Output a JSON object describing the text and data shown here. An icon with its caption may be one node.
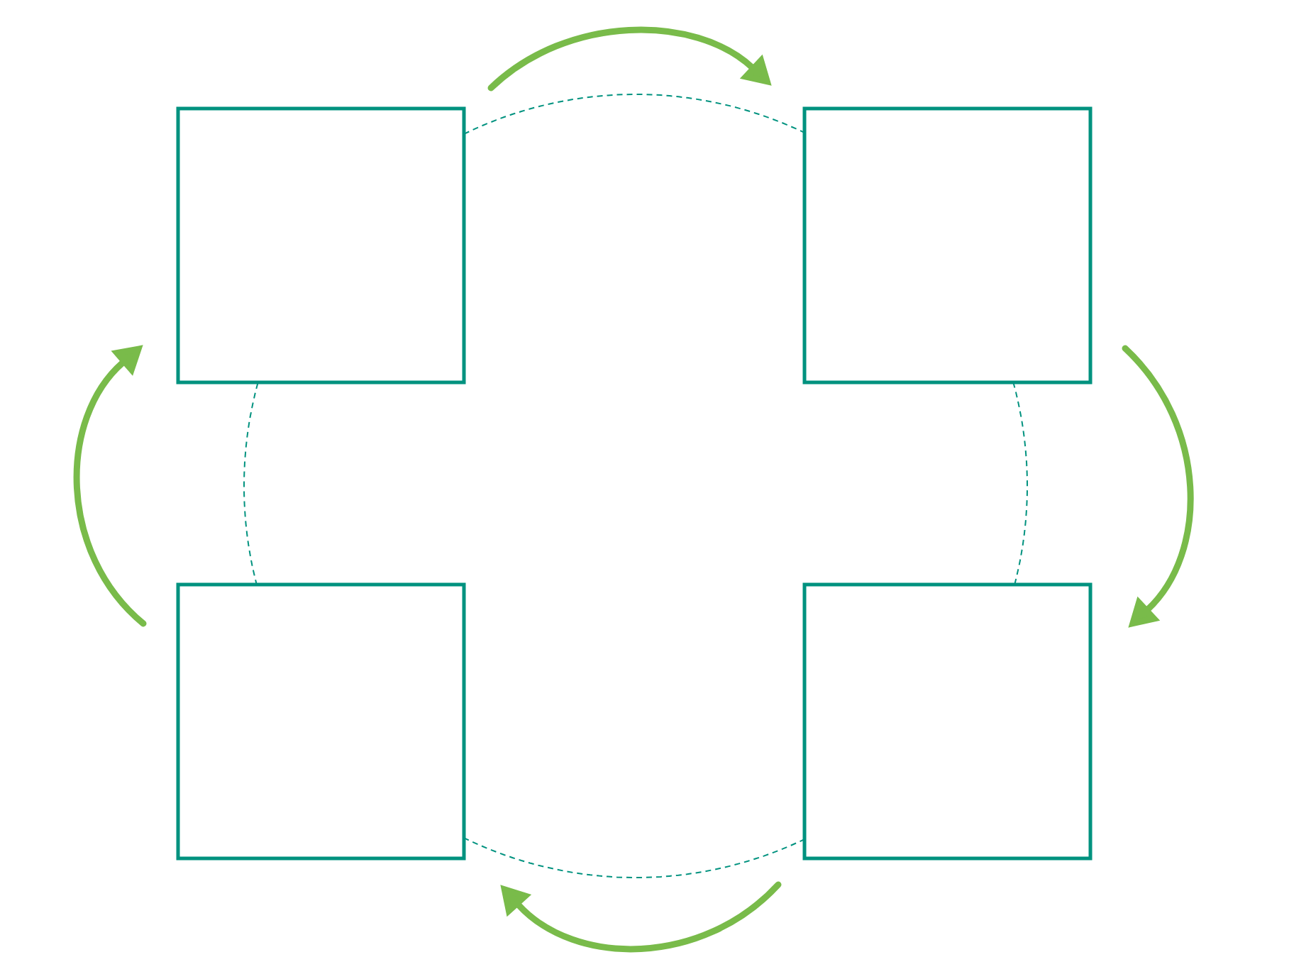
{
  "diagram": {
    "nodes": [
      {
        "text": [],
        "shape": "box"
      },
      {
        "text": [],
        "shape": "box"
      },
      {
        "text": [],
        "shape": "box"
      },
      {
        "text": [],
        "shape": "box"
      }
    ],
    "edges": [
      {
        "from": 0,
        "to": 1,
        "arrow": "to",
        "style": "thick",
        "color": "#79bb4a"
      },
      {
        "from": 1,
        "to": 3,
        "arrow": "to",
        "style": "thick",
        "color": "#79bb4a"
      },
      {
        "from": 3,
        "to": 2,
        "arrow": "to",
        "style": "thick",
        "color": "#79bb4a"
      },
      {
        "from": 2,
        "to": 0,
        "arrow": "to",
        "style": "thick",
        "color": "#79bb4a"
      },
      {
        "from": 0,
        "to": 1,
        "arrow": "none",
        "style": "dashed",
        "color": "#00927f"
      },
      {
        "from": 1,
        "to": 3,
        "arrow": "none",
        "style": "dashed",
        "color": "#00927f"
      },
      {
        "from": 3,
        "to": 2,
        "arrow": "none",
        "style": "dashed",
        "color": "#00927f"
      },
      {
        "from": 2,
        "to": 0,
        "arrow": "none",
        "style": "dashed",
        "color": "#00927f"
      }
    ]
  }
}
